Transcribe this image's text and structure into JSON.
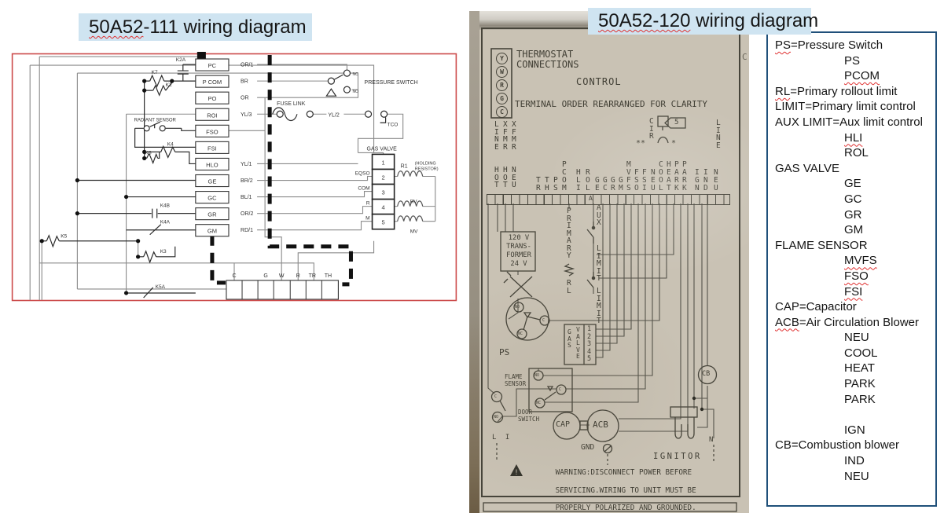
{
  "titles": {
    "left": {
      "wavy": "50A52",
      "rest": "-111 wiring diagram"
    },
    "right": {
      "wavy": "50A52-120",
      "rest": " wiring diagram"
    }
  },
  "left_diagram": {
    "terminals": [
      "PC",
      "P COM",
      "PO",
      "ROI",
      "FSO",
      "FSI",
      "HLO",
      "GE",
      "GC",
      "GR",
      "GM"
    ],
    "wire_labels": [
      "OR/1",
      "BR",
      "OR",
      "YL/3",
      "",
      "",
      "YL/1",
      "BR/2",
      "BL/1",
      "OR/2",
      "RD/1"
    ],
    "contacts": {
      "k2a": "K2A",
      "k7": "K7",
      "k2": "K2",
      "k4": "K4",
      "k6": "K6",
      "k4b": "K4B",
      "k4a": "K4A",
      "k5": "K5",
      "k3": "K3",
      "k5a": "K5A"
    },
    "pressure_switch": "PRESSURE SWITCH",
    "nc": "NC",
    "no": "NO",
    "fuse_link": "FUSE LINK",
    "yl2": "YL/2",
    "tco": "TCO",
    "radiant_sensor": "RADIANT SENSOR",
    "gas_valve": "GAS VALVE",
    "gas_valve_terminals": [
      "1",
      "2",
      "3",
      "4",
      "5"
    ],
    "gas_valve_wires": [
      "EQSO",
      "COM",
      "R",
      "M"
    ],
    "r1": "R1",
    "holding1": "(HOLDING",
    "holding2": "RESISTOR)",
    "rv": "RV",
    "mv": "MV",
    "strip": [
      "C",
      "G",
      "W",
      "R",
      "TR",
      "TH"
    ]
  },
  "photo_label": {
    "thermostat_terminals": [
      "Y",
      "W",
      "R",
      "G",
      "C"
    ],
    "thermostat_line1": "THERMOSTAT",
    "thermostat_line2": "CONNECTIONS",
    "control": "CONTROL",
    "note": "TERMINAL ORDER REARRANGED FOR CLARITY",
    "edge_letter": "C",
    "left_top": [
      "LINE",
      "XFMR",
      "XFMR"
    ],
    "left_power": [
      "HOT",
      "HOT",
      "NEU"
    ],
    "line_left": "LINE",
    "line_right": "LINE",
    "terminal_columns": [
      "TR",
      "TH",
      "PS",
      "PCOM",
      "HLI",
      "ROL",
      "GE",
      "GC",
      "GR",
      "GM",
      "MVFS",
      "FSO",
      "FSI",
      "NEU",
      "COOL",
      "HEAT",
      "PARK",
      "PARK",
      "IGN",
      "IND",
      "NEU"
    ],
    "cir": "CIR",
    "cir_value": "5",
    "cir_marks_left": "**",
    "cir_mark_right": "*",
    "strip_cell": "A",
    "transformer": [
      "120 V",
      "TRANS-",
      "FORMER",
      "24 V"
    ],
    "primary": "PRIMARY",
    "rl": "RL",
    "aux": "AUX",
    "aux_limit": "LIMIT",
    "limit": "LIMIT",
    "ps": "PS",
    "gas": "GAS",
    "valve": "VALVE",
    "valve_terminals": "12345",
    "flame1": "FLAME",
    "flame2": "SENSOR",
    "no": "NO",
    "c": "C",
    "nc": "NC",
    "door1": "DOOR",
    "door2": "SWITCH",
    "li": "L I",
    "cap": "CAP",
    "acb": "ACB",
    "cb": "CB",
    "gnd": "GND",
    "ignitor": "IGNITOR",
    "n": "N",
    "warning": [
      "WARNING:DISCONNECT POWER BEFORE",
      "SERVICING.WIRING TO UNIT MUST BE",
      "PROPERLY POLARIZED AND GROUNDED."
    ]
  },
  "legend": {
    "lines": [
      {
        "i": 0,
        "w": "PS",
        "t": "=Pressure Switch"
      },
      {
        "i": 1,
        "w": "",
        "t": "PS"
      },
      {
        "i": 1,
        "w": "PCOM",
        "t": ""
      },
      {
        "i": 0,
        "w": "RL",
        "t": "=Primary rollout limit"
      },
      {
        "i": 0,
        "w": "",
        "t": "LIMIT=Primary limit control"
      },
      {
        "i": 0,
        "w": "",
        "t": "AUX LIMIT=Aux limit control"
      },
      {
        "i": 1,
        "w": "HLI",
        "t": ""
      },
      {
        "i": 1,
        "w": "",
        "t": "ROL"
      },
      {
        "i": 0,
        "w": "",
        "t": "GAS VALVE"
      },
      {
        "i": 1,
        "w": "",
        "t": "GE"
      },
      {
        "i": 1,
        "w": "",
        "t": "GC"
      },
      {
        "i": 1,
        "w": "",
        "t": "GR"
      },
      {
        "i": 1,
        "w": "",
        "t": "GM"
      },
      {
        "i": 0,
        "w": "",
        "t": "FLAME SENSOR"
      },
      {
        "i": 1,
        "w": "MVFS",
        "t": ""
      },
      {
        "i": 1,
        "w": "FSO",
        "t": ""
      },
      {
        "i": 1,
        "w": "FSI",
        "t": ""
      },
      {
        "i": 0,
        "w": "",
        "t": "CAP=Capacitor"
      },
      {
        "i": 0,
        "w": "ACB",
        "t": "=Air Circulation Blower"
      },
      {
        "i": 1,
        "w": "",
        "t": "NEU"
      },
      {
        "i": 1,
        "w": "",
        "t": "COOL"
      },
      {
        "i": 1,
        "w": "",
        "t": "HEAT"
      },
      {
        "i": 1,
        "w": "",
        "t": "PARK"
      },
      {
        "i": 1,
        "w": "",
        "t": "PARK"
      },
      {
        "i": 0,
        "w": "",
        "t": ""
      },
      {
        "i": 1,
        "w": "",
        "t": "IGN"
      },
      {
        "i": 0,
        "w": "",
        "t": "CB=Combustion blower"
      },
      {
        "i": 1,
        "w": "",
        "t": "IND"
      },
      {
        "i": 1,
        "w": "",
        "t": "NEU"
      }
    ]
  },
  "colors": {
    "highlight": "#cfe4f1",
    "diagram_border": "#cc4b4b",
    "legend_border": "#20507a",
    "photo_bg": "#c9c2b4",
    "ink": "#46443a"
  }
}
